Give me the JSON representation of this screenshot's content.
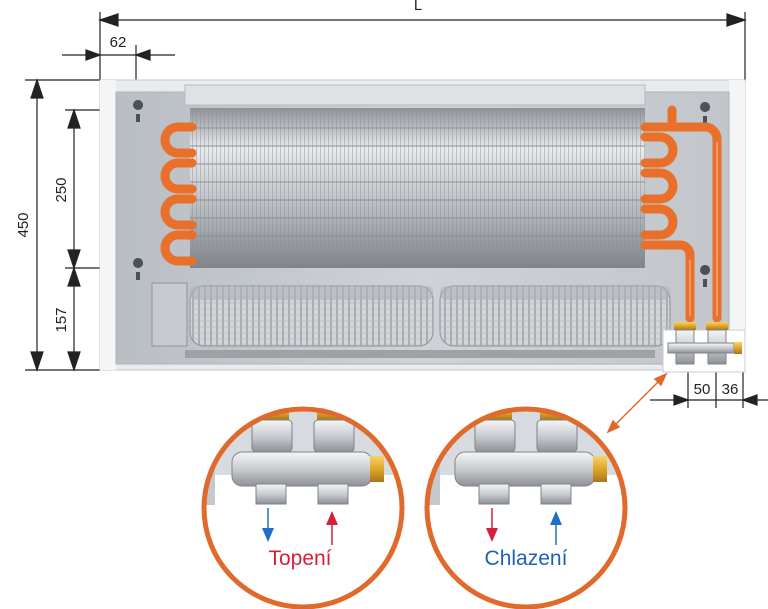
{
  "dimensions": {
    "length": "L",
    "side_offset": "62",
    "height_total": "450",
    "height_upper": "250",
    "height_lower": "157",
    "connector_spacing": "50",
    "connector_offset": "36"
  },
  "valve_details": {
    "heating": {
      "label": "Topení",
      "label_color": "#d6203a",
      "supply_arrow_color": "#1f6ec7",
      "return_arrow_color": "#d6203a"
    },
    "cooling": {
      "label": "Chlazení",
      "label_color": "#1f5fb8",
      "supply_arrow_color": "#d6203a",
      "return_arrow_color": "#1f6ec7"
    }
  },
  "colors": {
    "pipe": "#e8702a",
    "detail_ring": "#e06a2c",
    "frame": "#c9cdd2",
    "fin": "#b9bcc0",
    "brass": "#e0a628"
  }
}
